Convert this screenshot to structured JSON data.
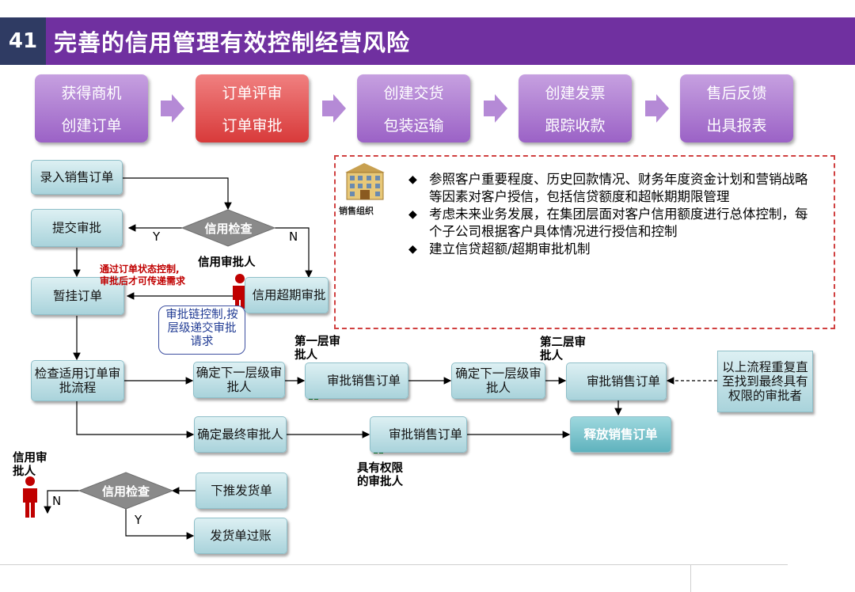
{
  "slide": {
    "number": "41",
    "title": "完善的信用管理有效控制经营风险"
  },
  "process_steps": [
    {
      "line1": "获得商机",
      "line2": "创建订单"
    },
    {
      "line1": "订单评审",
      "line2": "订单审批"
    },
    {
      "line1": "创建交货",
      "line2": "包装运输"
    },
    {
      "line1": "创建发票",
      "line2": "跟踪收款"
    },
    {
      "line1": "售后反馈",
      "line2": "出具报表"
    }
  ],
  "flow": {
    "enter_order": "录入销售订单",
    "submit_approval": "提交审批",
    "credit_check": "信用检查",
    "yes": "Y",
    "no": "N",
    "credit_approver": "信用审批人",
    "credit_overrun_approval": "信用超期审批",
    "hold_order": "暂挂订单",
    "status_note_line1": "通过订单状态控制,",
    "status_note_line2": "审批后才可传递需求",
    "chain_note": "审批链控制,按层级递交审批请求",
    "check_flow": "检查适用订单审批流程",
    "next_approver_1": "确定下一层级审批人",
    "layer1_label": "第一层审批人",
    "approve_order_1": "审批销售订单",
    "next_approver_2": "确定下一层级审批人",
    "layer2_label": "第二层审批人",
    "approve_order_2": "审批销售订单",
    "repeat_note": "以上流程重复直至找到最终具有权限的审批者",
    "final_approver": "确定最终审批人",
    "approve_order_3": "审批销售订单",
    "authorized_approver": "具有权限的审批人",
    "release_order": "释放销售订单",
    "credit_approver_2": "信用审批人",
    "credit_check_2": "信用检查",
    "push_delivery": "下推发货单",
    "post_delivery": "发货单过账"
  },
  "info": {
    "org_label": "销售组织",
    "bullets": [
      "参照客户重要程度、历史回款情况、财务年度资金计划和营销战略等因素对客户授信，包括信贷额度和超帐期期限管理",
      "考虑未来业务发展，在集团层面对客户信用额度进行总体控制，每个子公司根据客户具体情况进行授信和控制",
      "建立信贷超额/超期审批机制"
    ]
  },
  "colors": {
    "title_bar": "#7030A0",
    "slide_number_bg": "#2F3B63",
    "step_purple": "#9B62C6",
    "step_active_red": "#D83A3A",
    "flow_box": "#A9D3DB",
    "diamond": "#808080",
    "approver_red": "#C00000",
    "approver_green": "#1FA040",
    "note_red": "#C00000",
    "chain_note_blue": "#1F3A93"
  },
  "icons": [
    "arrow-right-icon",
    "person-icon",
    "building-icon",
    "diamond-bullet-icon"
  ]
}
